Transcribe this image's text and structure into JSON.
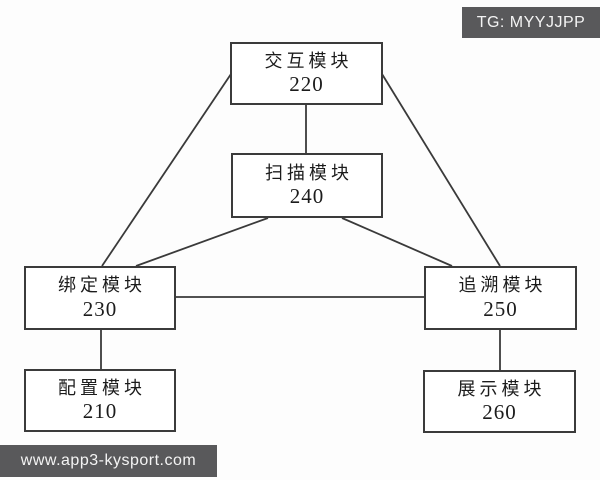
{
  "figure": {
    "background_color": "#fdfdfd",
    "line_color": "#3a3a3a",
    "box_border_color": "#3b3b3b"
  },
  "watermarks": {
    "top_right_text": "TG: MYYJJPP",
    "bottom_left_text": "www.app3-kysport.com",
    "badge_background": "#59595b",
    "badge_text_color": "#f4f4f4"
  },
  "modules": [
    {
      "id": "interaction-module",
      "label": "交互模块",
      "number": "220"
    },
    {
      "id": "scan-module",
      "label": "扫描模块",
      "number": "240"
    },
    {
      "id": "binding-module",
      "label": "绑定模块",
      "number": "230"
    },
    {
      "id": "trace-module",
      "label": "追溯模块",
      "number": "250"
    },
    {
      "id": "config-module",
      "label": "配置模块",
      "number": "210"
    },
    {
      "id": "display-module",
      "label": "展示模块",
      "number": "260"
    }
  ],
  "edges": [
    {
      "from": "220",
      "to": "240",
      "type": "vertical"
    },
    {
      "from": "220",
      "to": "230",
      "type": "diagonal"
    },
    {
      "from": "220",
      "to": "250",
      "type": "diagonal"
    },
    {
      "from": "240",
      "to": "230",
      "type": "diagonal"
    },
    {
      "from": "240",
      "to": "250",
      "type": "diagonal"
    },
    {
      "from": "230",
      "to": "250",
      "type": "horizontal"
    },
    {
      "from": "230",
      "to": "210",
      "type": "vertical"
    },
    {
      "from": "250",
      "to": "260",
      "type": "vertical"
    }
  ]
}
